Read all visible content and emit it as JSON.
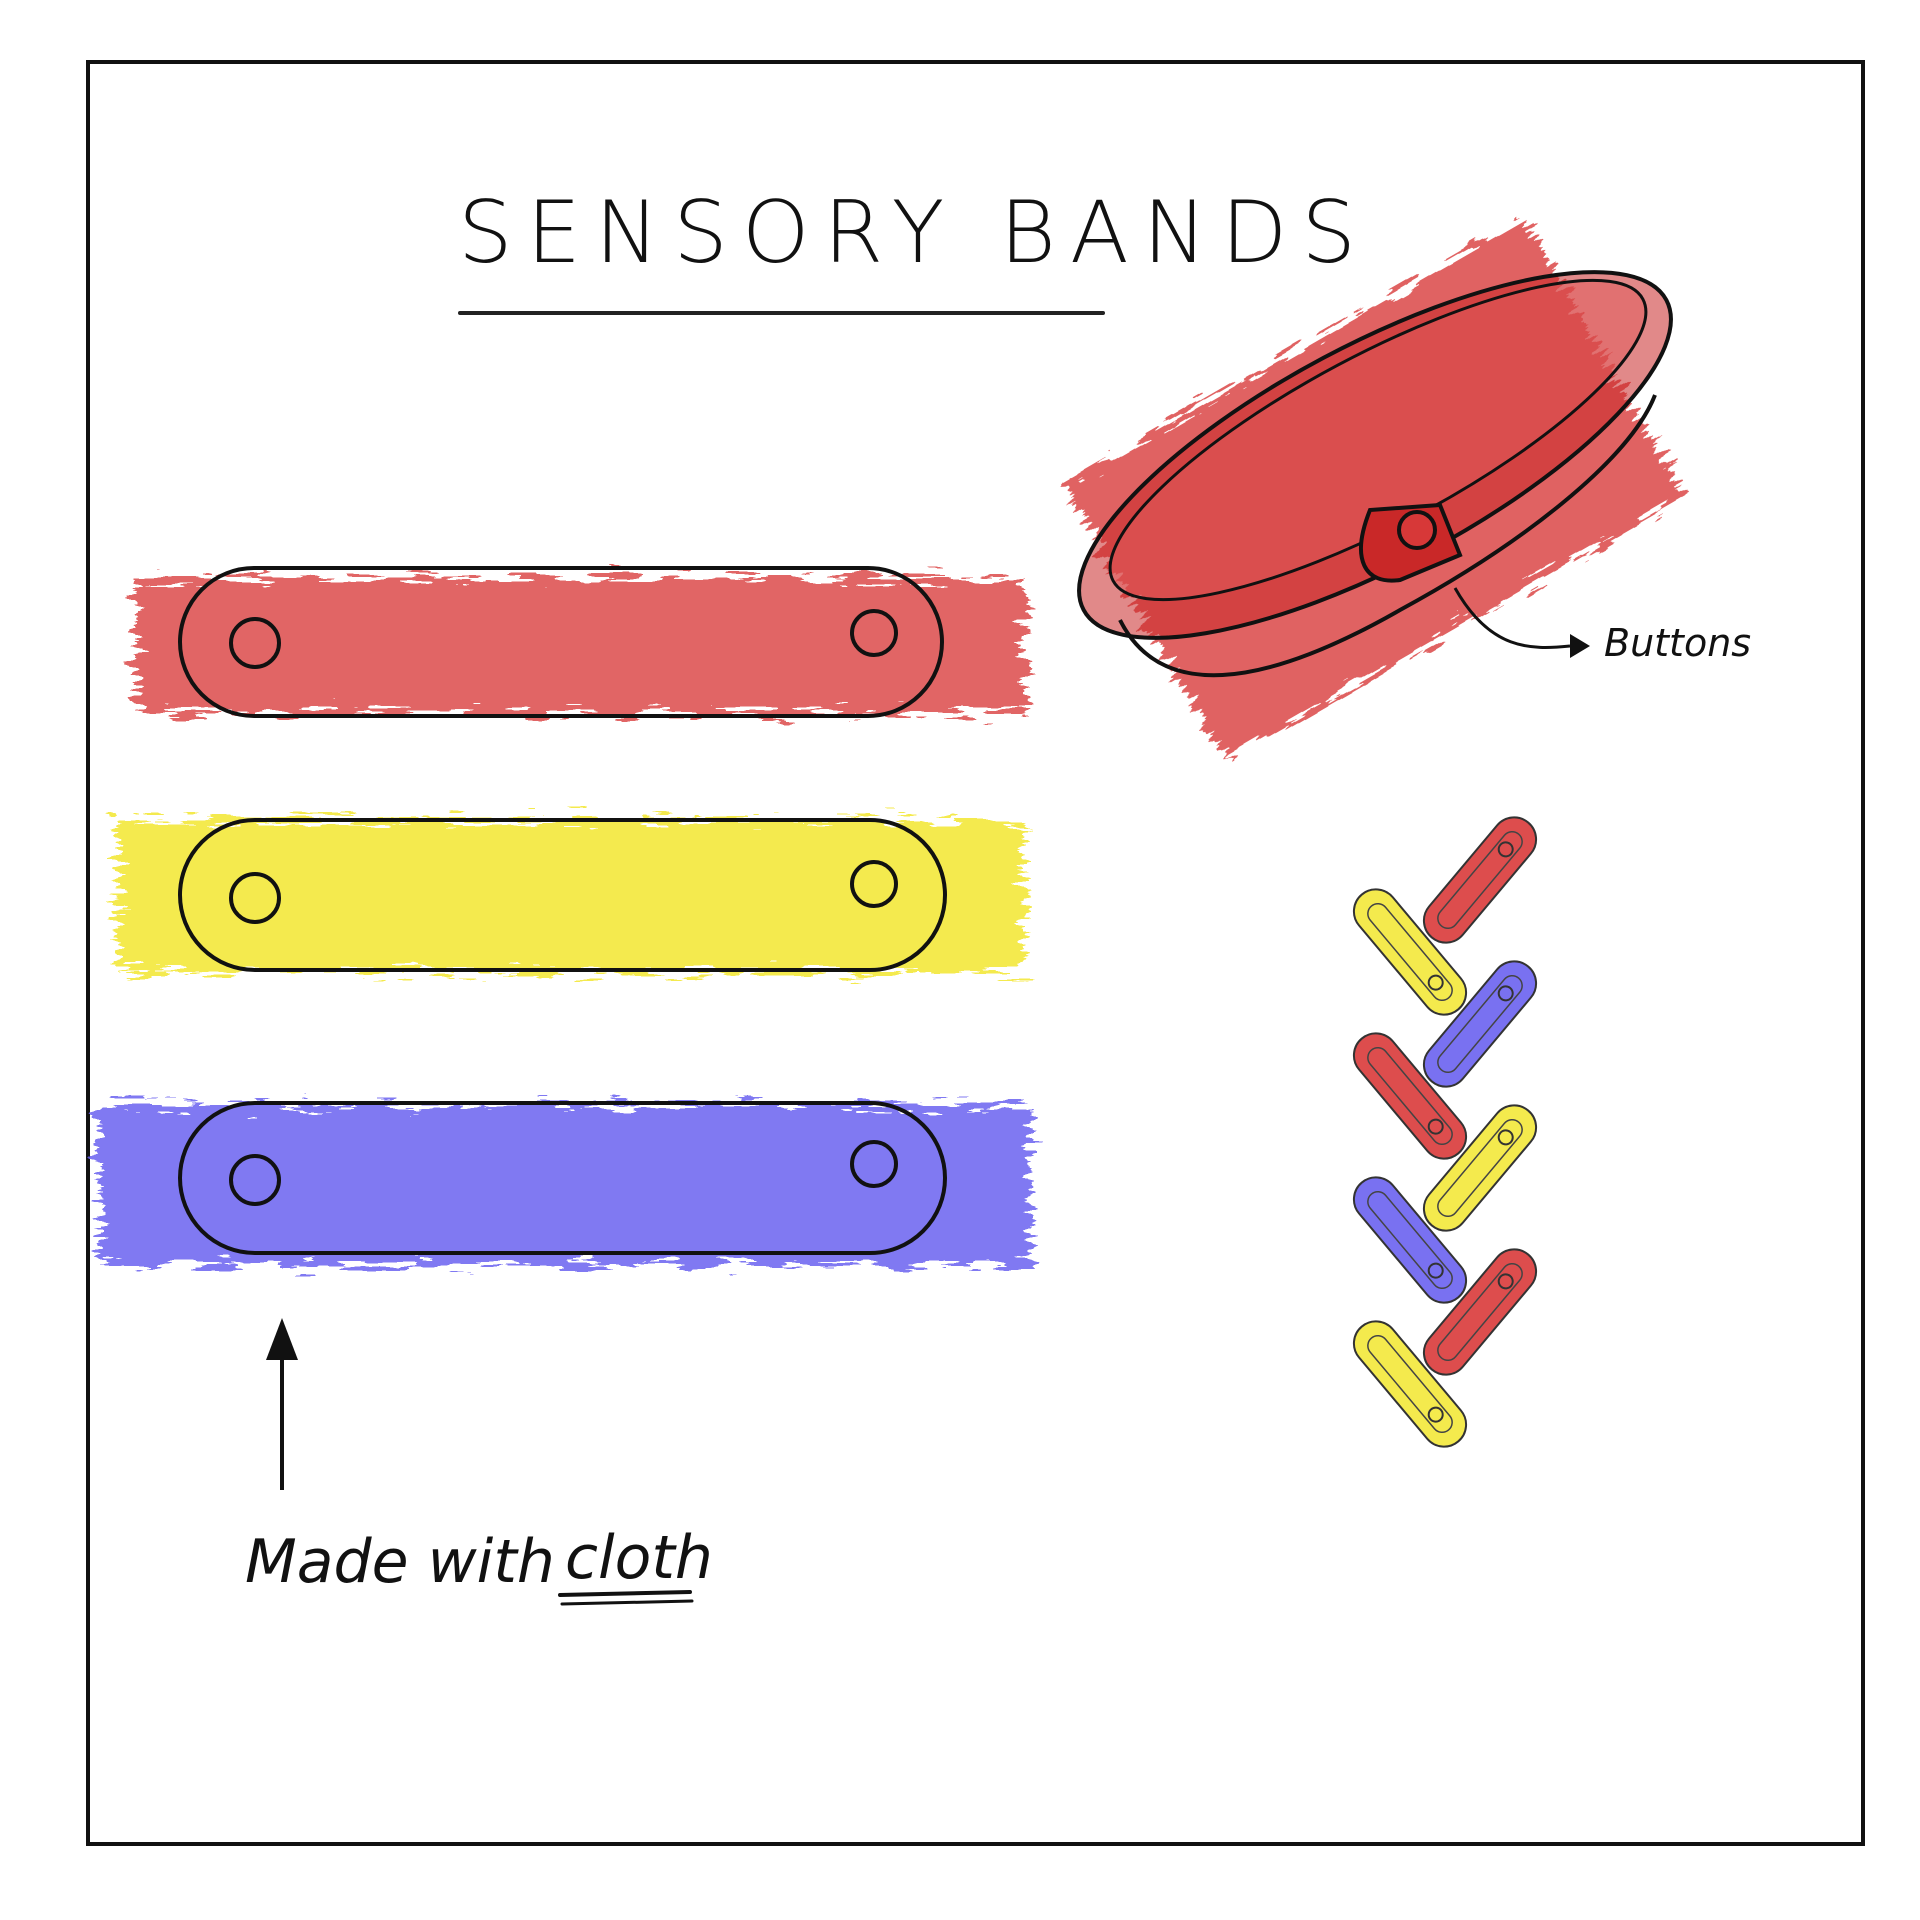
{
  "title": "SENSORY BANDS",
  "labels": {
    "buttons": "Buttons",
    "made_with": "Made with",
    "material": "cloth"
  },
  "colors": {
    "red": "#d93a3a",
    "yellow": "#f3e83a",
    "blue": "#6a62f0",
    "ink": "#111111"
  },
  "bands": [
    {
      "color": "red"
    },
    {
      "color": "yellow"
    },
    {
      "color": "blue"
    }
  ],
  "chain_colors": [
    "red",
    "yellow",
    "blue",
    "red",
    "yellow",
    "blue",
    "red",
    "yellow"
  ]
}
